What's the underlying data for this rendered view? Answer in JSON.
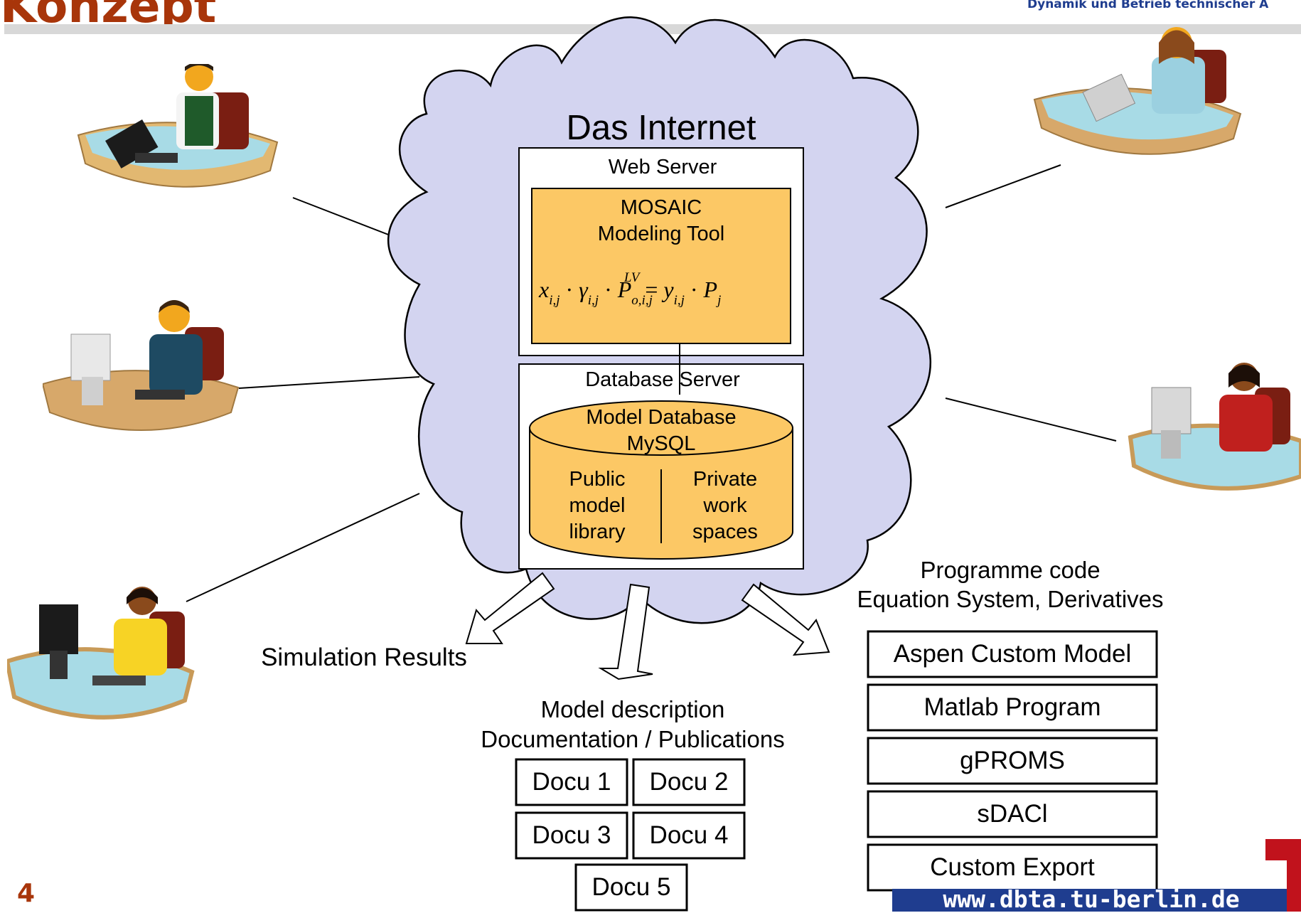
{
  "header": {
    "title": "Konzept",
    "subtitle": "Dynamik und Betrieb technischer A"
  },
  "cloud": {
    "label": "Das Internet",
    "web_server": {
      "label": "Web Server",
      "tool_line1": "MOSAIC",
      "tool_line2": "Modeling Tool"
    },
    "database_server": {
      "label": "Database Server",
      "db_line1": "Model Database",
      "db_line2": "MySQL",
      "public": [
        "Public",
        "model",
        "library"
      ],
      "private": [
        "Private",
        "work",
        "spaces"
      ]
    }
  },
  "outputs": {
    "simulation": "Simulation Results",
    "model_desc_line1": "Model description",
    "model_desc_line2": "Documentation / Publications",
    "docus": [
      "Docu 1",
      "Docu 2",
      "Docu 3",
      "Docu 4",
      "Docu 5"
    ],
    "code_line1": "Programme code",
    "code_line2": "Equation System, Derivatives",
    "code_targets": [
      "Aspen Custom Model",
      "Matlab Program",
      "gPROMS",
      "sDACl",
      "Custom Export"
    ]
  },
  "footer": {
    "page_number": "4",
    "url": "www.dbta.tu-berlin.de"
  },
  "icons": [
    "user-workstation-icon",
    "tu-berlin-logo-icon"
  ],
  "colors": {
    "title": "#a8350a",
    "cloud_fill": "#d3d4f0",
    "server_fill": "#fcc865",
    "footer_bar": "#1f3d8f"
  }
}
